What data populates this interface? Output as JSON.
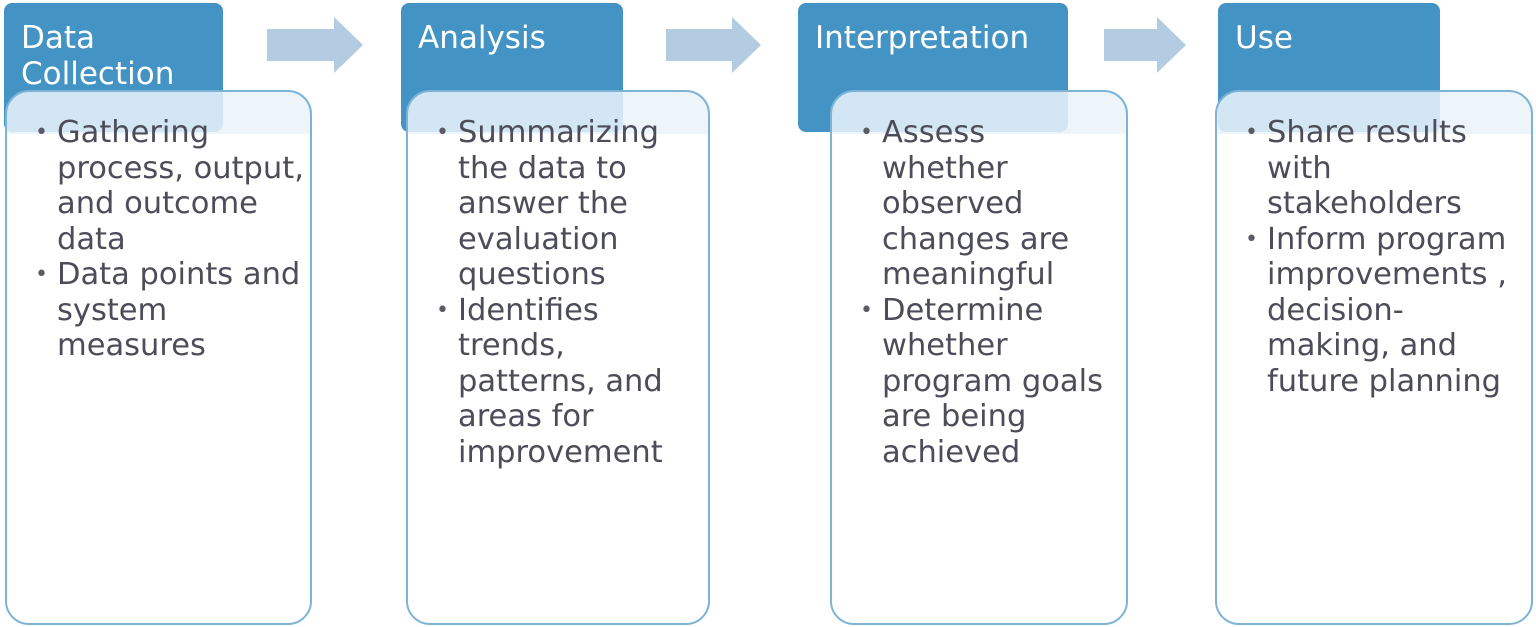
{
  "steps": [
    {
      "title": "Data Collection",
      "bullets": [
        "Gathering process, output, and outcome data",
        "Data points and system measures"
      ]
    },
    {
      "title": "Analysis",
      "bullets": [
        "Summarizing the data to answer the evaluation questions",
        "Identifies trends, patterns, and areas for improvement"
      ]
    },
    {
      "title": "Interpretation",
      "bullets": [
        "Assess whether observed changes are meaningful",
        "Determine whether program goals are being achieved"
      ]
    },
    {
      "title": "Use",
      "bullets": [
        "Share results with stakeholders",
        "Inform program improvements , decision-making, and future planning"
      ]
    }
  ],
  "colors": {
    "header": "#4394c4",
    "card_border": "#7fb3d5",
    "arrow": "#b3cce2",
    "text": "#4d4d59"
  },
  "icons": {
    "connector": "right-arrow-icon"
  }
}
